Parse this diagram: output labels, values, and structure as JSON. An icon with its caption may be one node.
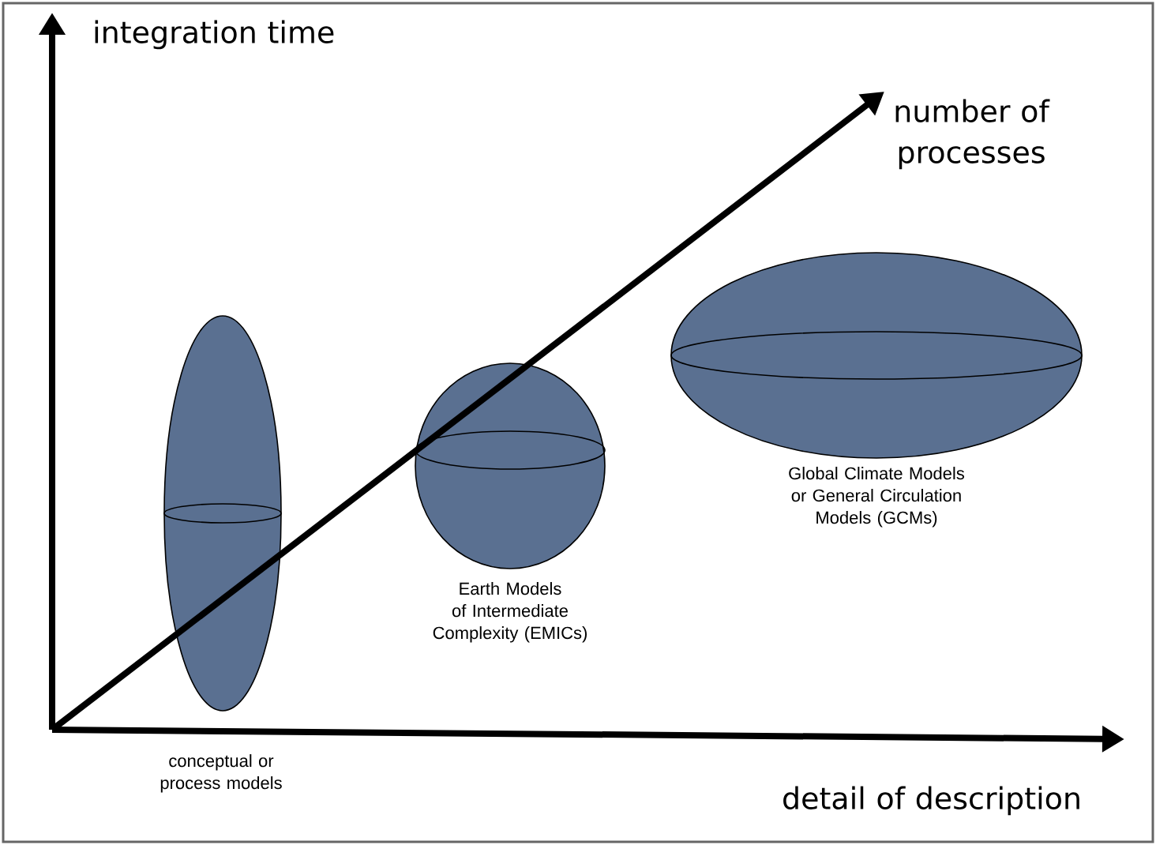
{
  "diagram": {
    "nodes": [
      {
        "text": [],
        "shape": "ellipse",
        "beside": [
          "conceptual or process models"
        ]
      },
      {
        "text": [],
        "shape": "ellipse",
        "beside": [
          "Earth Models of Intermediate Complexity (EMICs)"
        ]
      },
      {
        "text": [],
        "shape": "ellipse",
        "beside": [
          "Global Climate Models or General Circulation Models (GCMs)"
        ]
      }
    ],
    "edges": [],
    "labels": [
      "integration time",
      "number of processes",
      "detail of description"
    ]
  }
}
